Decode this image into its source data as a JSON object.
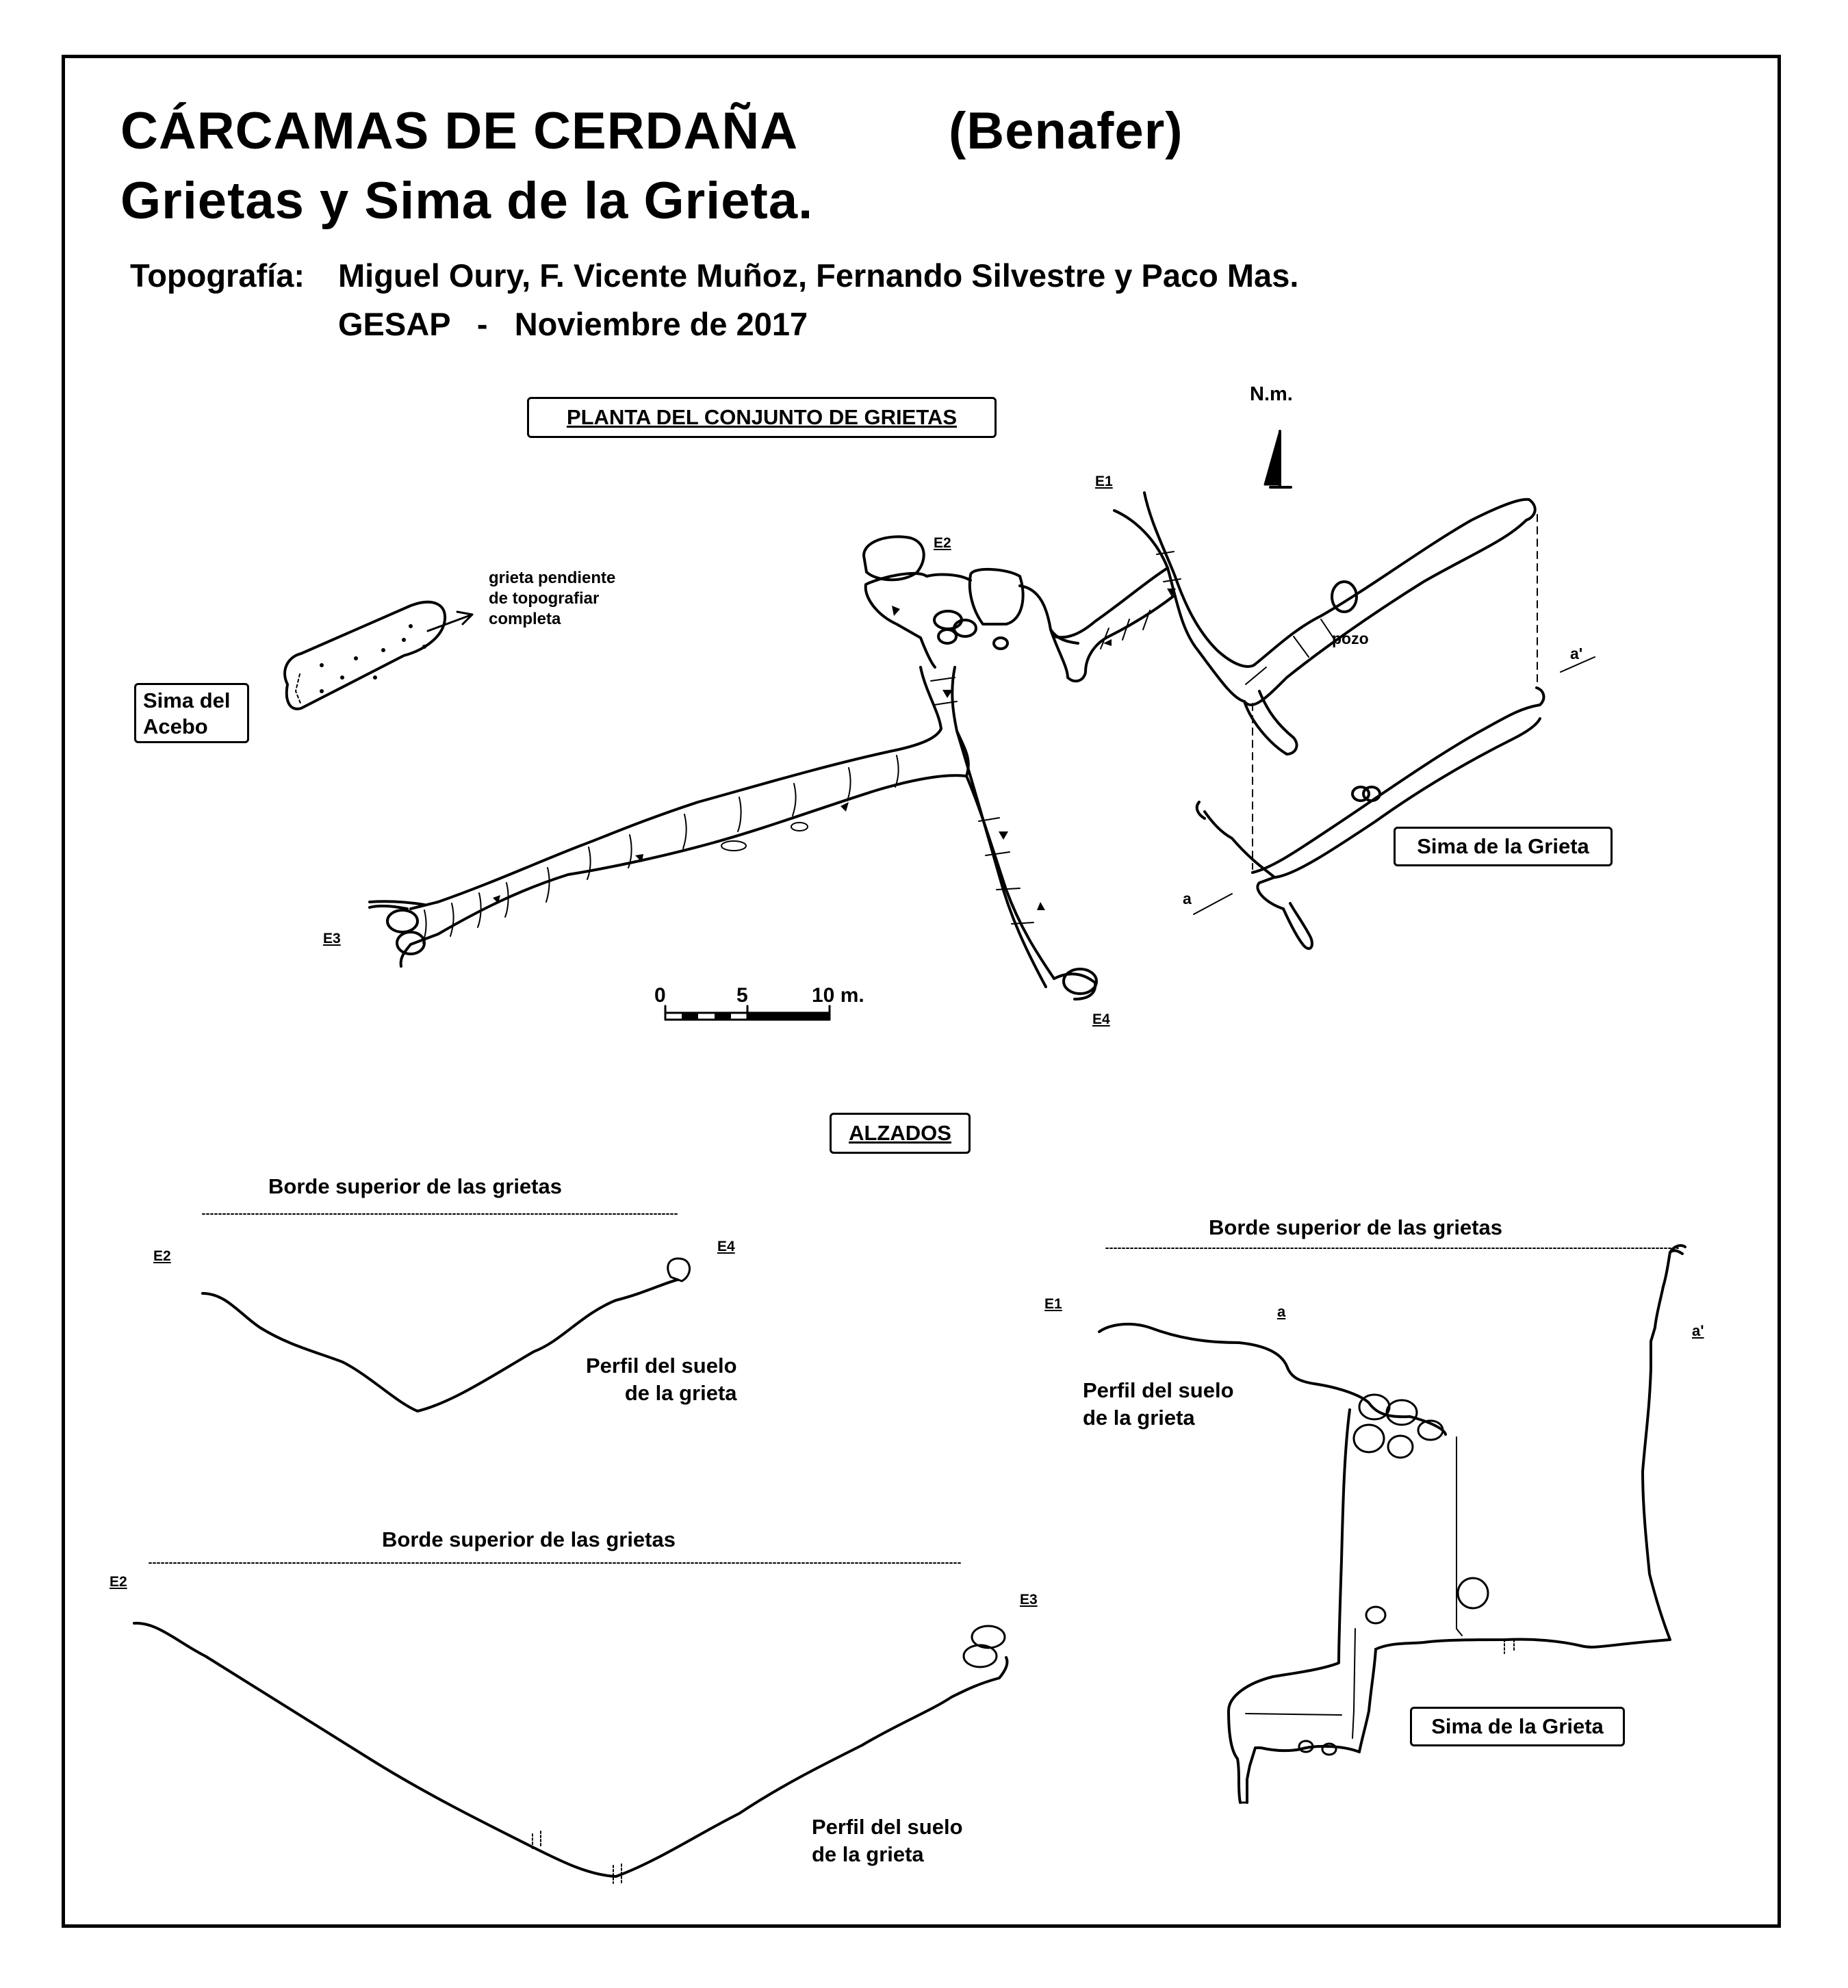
{
  "header": {
    "title_part1": "CÁRCAMAS  DE  CERDAÑA",
    "title_part2": "(Benafer)",
    "title_line2": "Grietas  y  Sima  de  la  Grieta.",
    "topografia_label": "Topografía:",
    "authors": "Miguel Oury, F. Vicente Muñoz, Fernando Silvestre y Paco Mas.",
    "group_date": "GESAP   -   Noviembre de 2017"
  },
  "plan": {
    "section_title": "PLANTA  DEL  CONJUNTO  DE  GRIETAS",
    "north_label": "N.m.",
    "entrances": {
      "e1": "E1",
      "e2": "E2",
      "e3": "E3",
      "e4": "E4"
    },
    "sima_acebo": "Sima del\nAcebo",
    "grieta_note": "grieta pendiente\nde topografiar\ncompleta",
    "pozo": "pozo",
    "section_a": "a",
    "section_a_prime": "a'",
    "sima_grieta": "Sima de la Grieta",
    "scale": {
      "ticks": [
        "0",
        "5",
        "10 m."
      ]
    }
  },
  "elevations": {
    "section_title": "ALZADOS",
    "top_edge_label": "Borde superior de las grietas",
    "floor_profile_label": "Perfil del suelo\nde la grieta",
    "sima_grieta": "Sima de la Grieta",
    "e1": "E1",
    "e2": "E2",
    "e3": "E3",
    "e4": "E4",
    "a": "a",
    "a_prime": "a'"
  }
}
